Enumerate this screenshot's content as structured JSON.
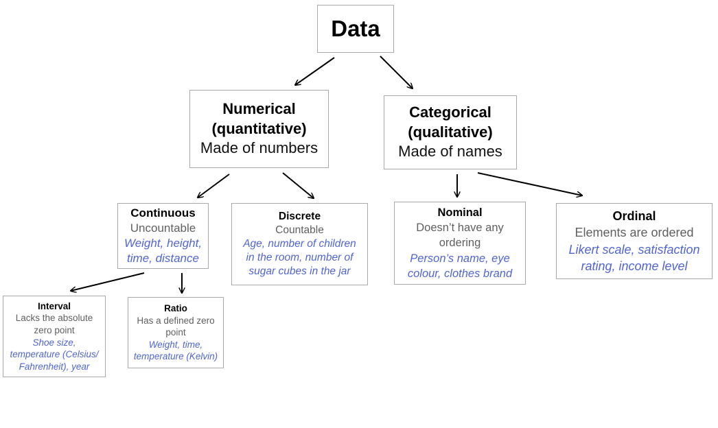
{
  "nodes": {
    "data": {
      "title": "Data"
    },
    "numerical": {
      "title_line1": "Numerical",
      "title_line2": "(quantitative)",
      "description": "Made of numbers"
    },
    "categorical": {
      "title_line1": "Categorical",
      "title_line2": "(qualitative)",
      "description": "Made of names"
    },
    "continuous": {
      "title": "Continuous",
      "description": "Uncountable",
      "examples_line1": "Weight, height,",
      "examples_line2": "time, distance"
    },
    "discrete": {
      "title": "Discrete",
      "description": "Countable",
      "examples_line1": "Age, number of children",
      "examples_line2": "in the room, number of",
      "examples_line3": "sugar cubes in the jar"
    },
    "nominal": {
      "title": "Nominal",
      "description_line1": "Doesn’t have any",
      "description_line2": "ordering",
      "examples_line1": "Person’s name, eye",
      "examples_line2": "colour, clothes brand"
    },
    "ordinal": {
      "title": "Ordinal",
      "description": "Elements are ordered",
      "examples_line1": "Likert scale, satisfaction",
      "examples_line2": "rating, income level"
    },
    "interval": {
      "title": "Interval",
      "description_line1": "Lacks the absolute",
      "description_line2": "zero point",
      "examples_line1": "Shoe size,",
      "examples_line2": "temperature (Celsius/",
      "examples_line3": "Fahrenheit), year"
    },
    "ratio": {
      "title": "Ratio",
      "description_line1": "Has a defined zero",
      "description_line2": "point",
      "examples_line1": "Weight, time,",
      "examples_line2": "temperature (Kelvin)"
    }
  },
  "colors": {
    "title": "#000000",
    "description": "#5f5f5f",
    "examples": "#5064d6",
    "border": "#a8a8a8",
    "arrow": "#000000"
  }
}
